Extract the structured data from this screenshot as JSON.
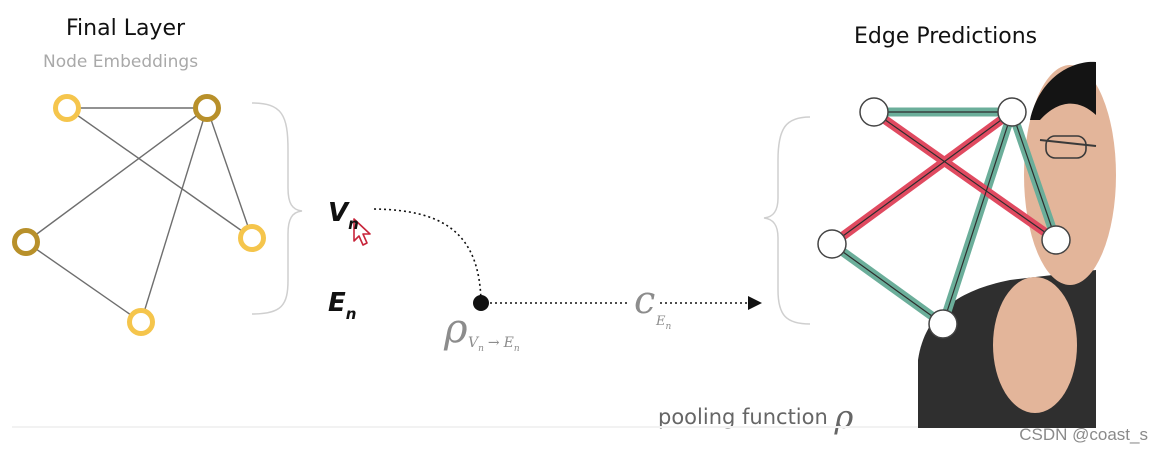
{
  "left_panel": {
    "title": "Final Layer",
    "subtitle": "Node Embeddings"
  },
  "right_panel": {
    "title": "Edge Predictions"
  },
  "symbols": {
    "v_main": "V",
    "v_sub": "n",
    "e_main": "E",
    "e_sub": "n",
    "rho": "ρ",
    "rho_sub_v": "V",
    "rho_sub_vn": "n",
    "rho_arrow": "→",
    "rho_sub_e": "E",
    "rho_sub_en": "n",
    "c_main": "c",
    "c_sub": "E",
    "c_subn": "n"
  },
  "caption": {
    "pooling_label": "pooling function",
    "pooling_symbol": "ρ"
  },
  "watermark": "CSDN @coast_s",
  "colors": {
    "node_light": "#F5C54C",
    "node_dark": "#B8902A",
    "edge_positive": "#6BAE9A",
    "edge_negative": "#E04A60",
    "presenter_shirt": "#2f2f2f",
    "presenter_skin": "#e3b59a"
  }
}
